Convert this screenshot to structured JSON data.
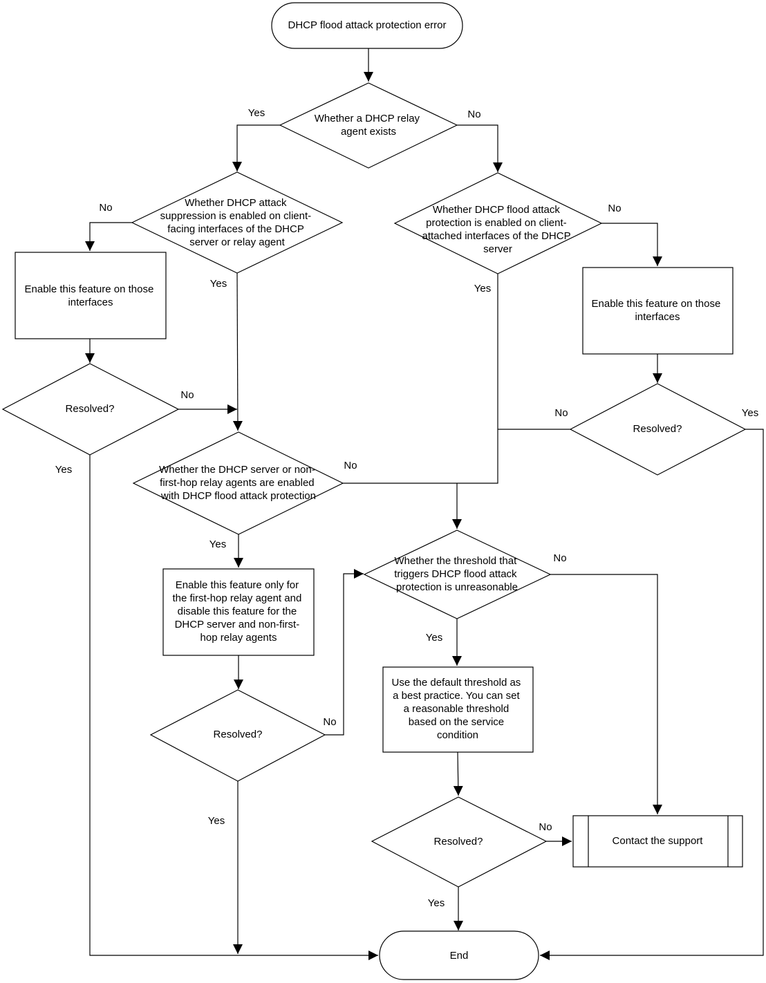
{
  "nodes": {
    "start": {
      "text": "DHCP flood attack protection error"
    },
    "d_relay": {
      "text": "Whether a DHCP relay agent exists"
    },
    "d_suppression": {
      "text": "Whether DHCP attack suppression is enabled on client-facing interfaces of the DHCP server or relay agent"
    },
    "d_flood_client": {
      "text": "Whether DHCP flood attack protection is enabled on client-attached interfaces of the DHCP server"
    },
    "p_enable_left": {
      "text": "Enable this feature on those interfaces"
    },
    "p_enable_right": {
      "text": "Enable this feature on those interfaces"
    },
    "d_resolved_left": {
      "text": "Resolved?"
    },
    "d_resolved_right": {
      "text": "Resolved?"
    },
    "d_server_nonfirst": {
      "text": "Whether the DHCP server or non-first-hop relay agents are enabled with DHCP flood attack protection"
    },
    "p_firsthop": {
      "text": "Enable this feature only for the first-hop relay agent and disable this feature for the DHCP server and non-first-hop relay agents"
    },
    "d_resolved_mid": {
      "text": "Resolved?"
    },
    "d_threshold": {
      "text": "Whether the threshold that triggers DHCP flood attack protection is unreasonable"
    },
    "p_default_threshold": {
      "text": "Use the default threshold as a best practice. You can set a reasonable threshold based on the service condition"
    },
    "d_resolved_bottom": {
      "text": "Resolved?"
    },
    "p_support": {
      "text": "Contact the support"
    },
    "end": {
      "text": "End"
    }
  },
  "edge_labels": {
    "relay_yes": "Yes",
    "relay_no": "No",
    "suppression_no": "No",
    "suppression_yes": "Yes",
    "flood_client_no": "No",
    "flood_client_yes": "Yes",
    "resolved_left_no": "No",
    "resolved_left_yes": "Yes",
    "resolved_right_no": "No",
    "resolved_right_yes": "Yes",
    "server_nonfirst_no": "No",
    "server_nonfirst_yes": "Yes",
    "threshold_no": "No",
    "threshold_yes": "Yes",
    "resolved_mid_no": "No",
    "resolved_mid_yes": "Yes",
    "resolved_bottom_no": "No",
    "resolved_bottom_yes": "Yes"
  }
}
